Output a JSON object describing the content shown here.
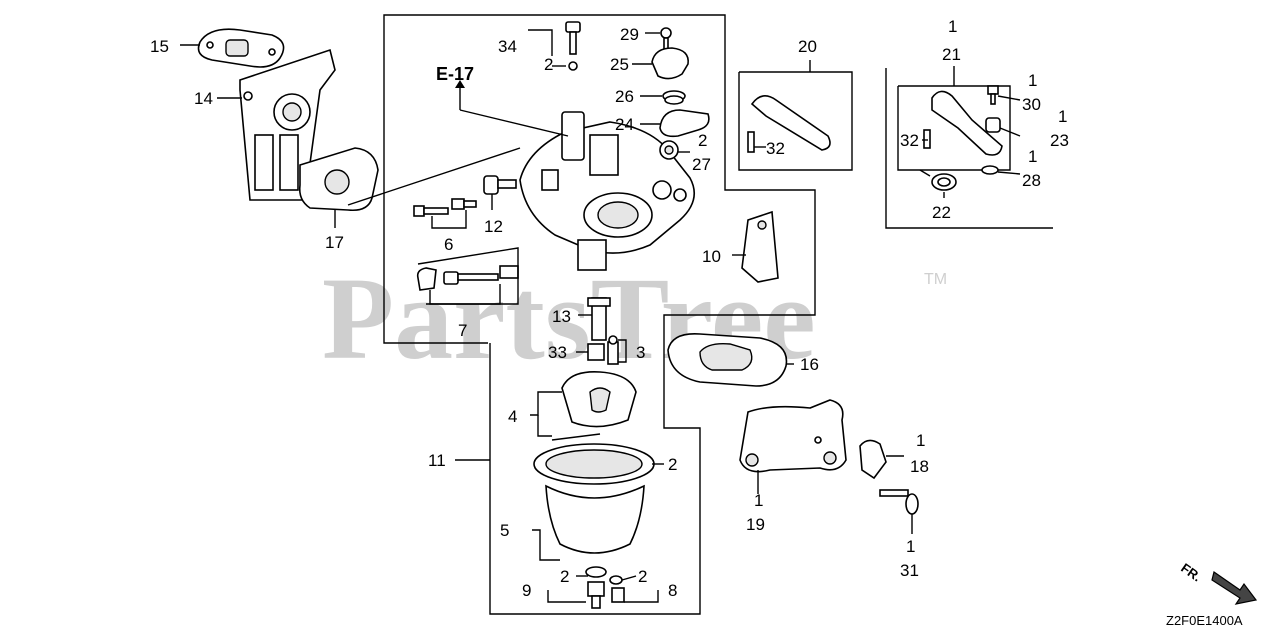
{
  "diagram": {
    "watermark": "PartsTree",
    "trademark": "TM",
    "ref_label": "E-17",
    "diagram_code": "Z2F0E1400A",
    "direction_label": "FR.",
    "callouts": [
      {
        "id": "15",
        "text": "15"
      },
      {
        "id": "14",
        "text": "14"
      },
      {
        "id": "17",
        "text": "17"
      },
      {
        "id": "34",
        "text": "34"
      },
      {
        "id": "2a",
        "text": "2"
      },
      {
        "id": "29",
        "text": "29"
      },
      {
        "id": "25",
        "text": "25"
      },
      {
        "id": "26",
        "text": "26"
      },
      {
        "id": "24",
        "text": "24"
      },
      {
        "id": "2b",
        "text": "2"
      },
      {
        "id": "27",
        "text": "27"
      },
      {
        "id": "12",
        "text": "12"
      },
      {
        "id": "6",
        "text": "6"
      },
      {
        "id": "7",
        "text": "7"
      },
      {
        "id": "20",
        "text": "20"
      },
      {
        "id": "32a",
        "text": "32"
      },
      {
        "id": "1a",
        "text": "1"
      },
      {
        "id": "21",
        "text": "21"
      },
      {
        "id": "1b",
        "text": "1"
      },
      {
        "id": "30",
        "text": "30"
      },
      {
        "id": "1c",
        "text": "1"
      },
      {
        "id": "23",
        "text": "23"
      },
      {
        "id": "32b",
        "text": "32"
      },
      {
        "id": "1d",
        "text": "1"
      },
      {
        "id": "28",
        "text": "28"
      },
      {
        "id": "22",
        "text": "22"
      },
      {
        "id": "10",
        "text": "10"
      },
      {
        "id": "13",
        "text": "13"
      },
      {
        "id": "33",
        "text": "33"
      },
      {
        "id": "3",
        "text": "3"
      },
      {
        "id": "16",
        "text": "16"
      },
      {
        "id": "4",
        "text": "4"
      },
      {
        "id": "11",
        "text": "11"
      },
      {
        "id": "2c",
        "text": "2"
      },
      {
        "id": "5",
        "text": "5"
      },
      {
        "id": "2d",
        "text": "2"
      },
      {
        "id": "9",
        "text": "9"
      },
      {
        "id": "2e",
        "text": "2"
      },
      {
        "id": "8",
        "text": "8"
      },
      {
        "id": "1e",
        "text": "1"
      },
      {
        "id": "18",
        "text": "18"
      },
      {
        "id": "1f",
        "text": "1"
      },
      {
        "id": "19",
        "text": "19"
      },
      {
        "id": "1g",
        "text": "1"
      },
      {
        "id": "31",
        "text": "31"
      }
    ]
  }
}
